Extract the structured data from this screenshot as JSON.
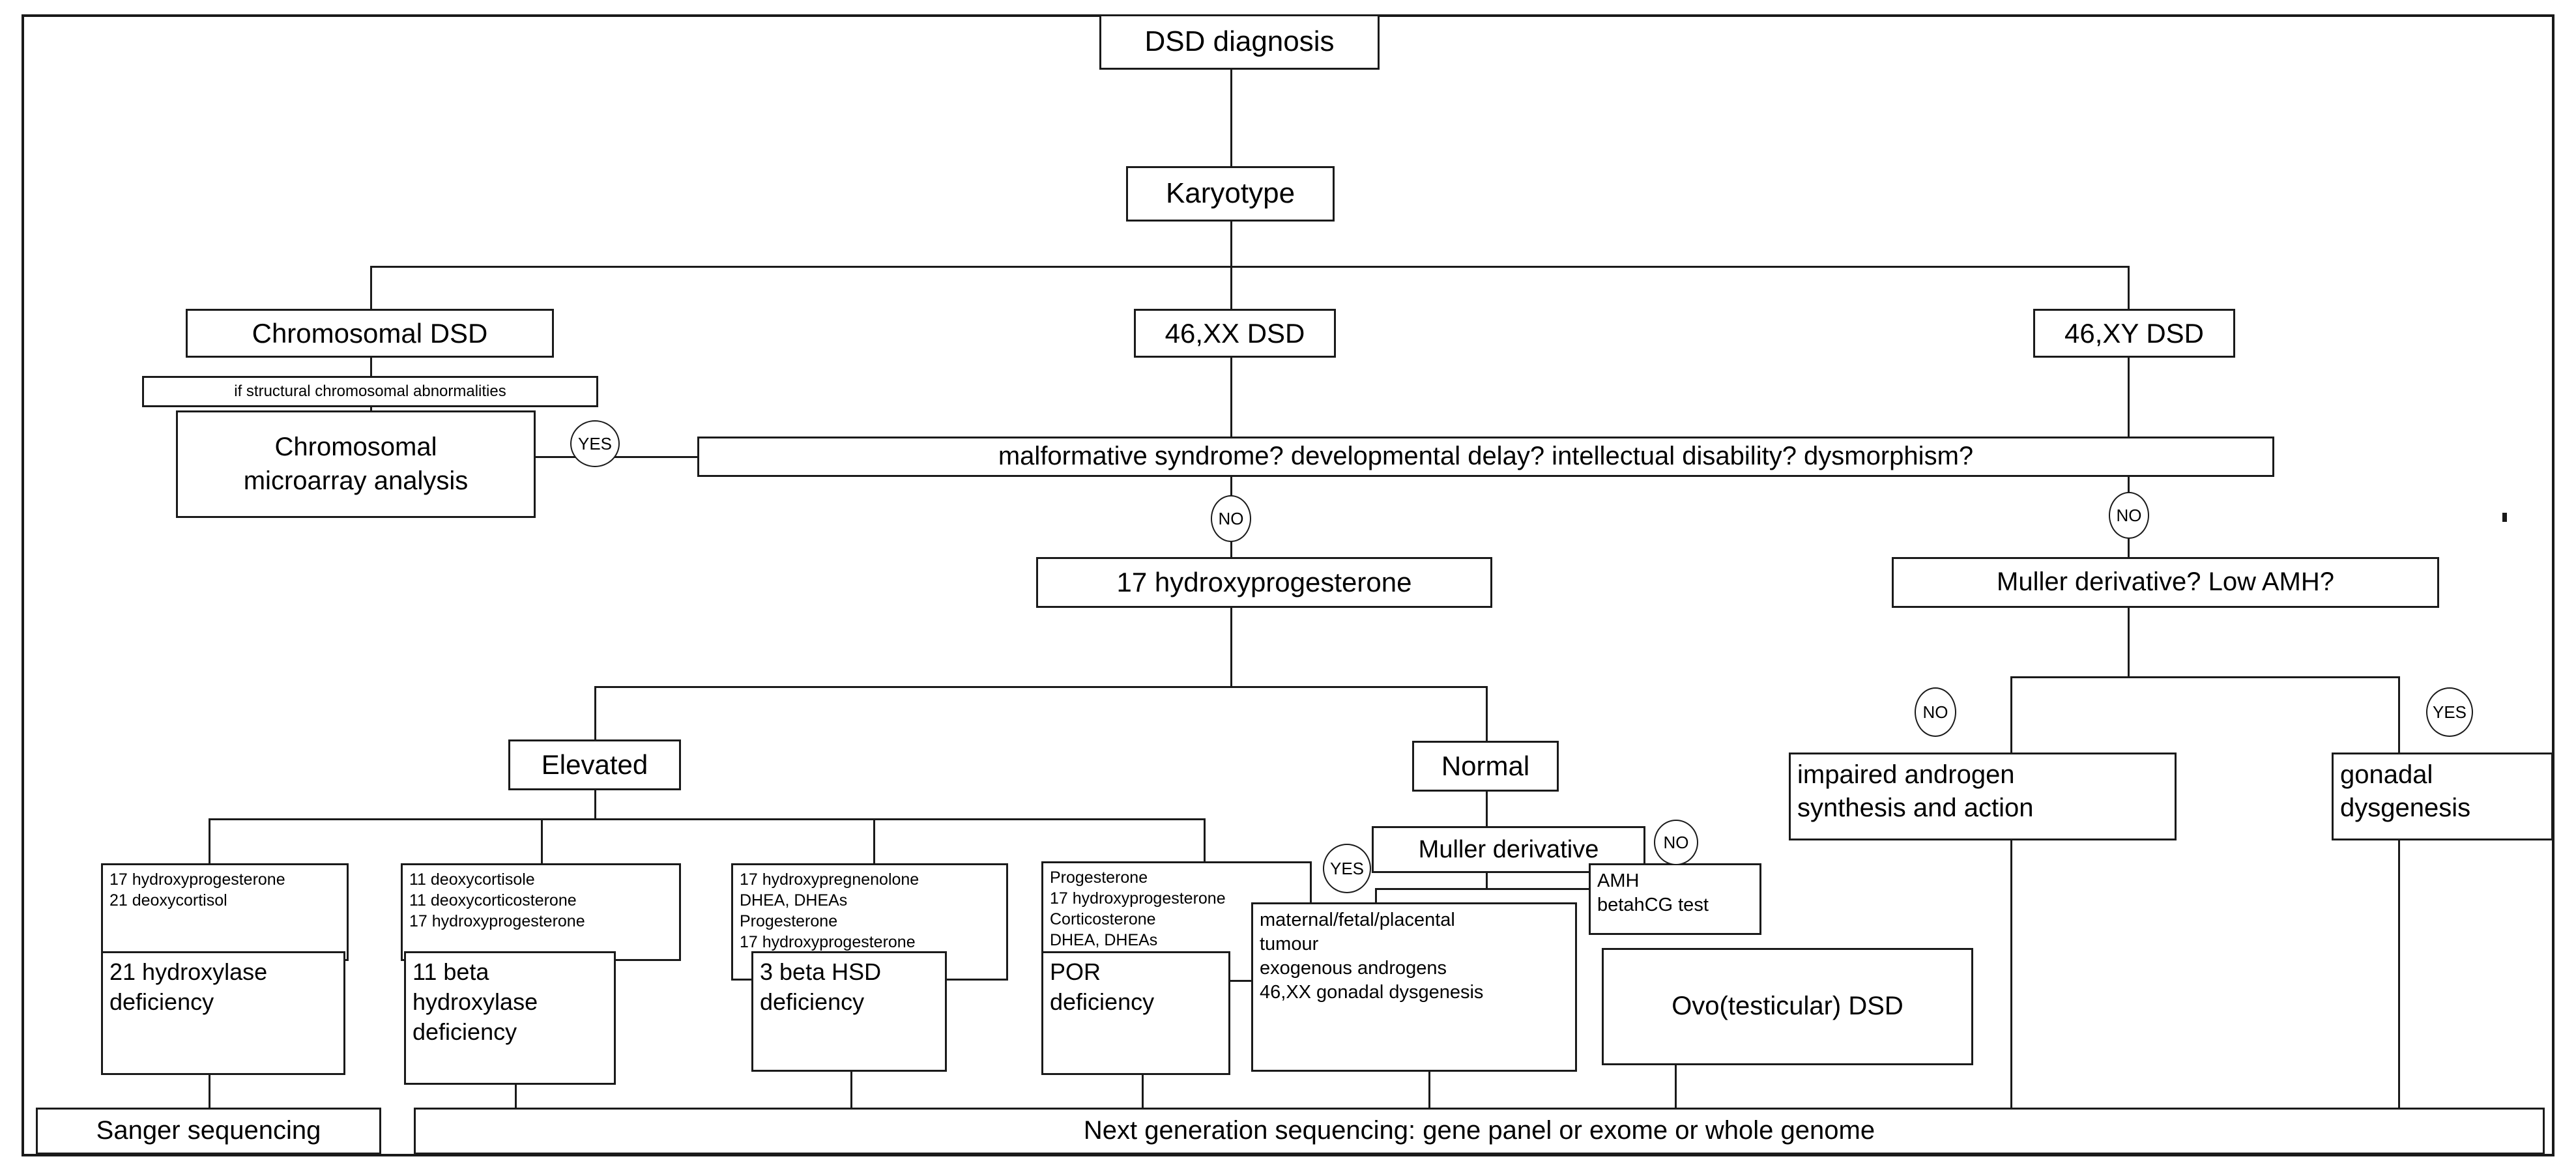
{
  "diagram": {
    "title": "DSD diagnosis flowchart",
    "type": "flowchart",
    "nodes": {
      "dsd_diagnosis": "DSD diagnosis",
      "karyotype": "Karyotype",
      "chromosomal_dsd": "Chromosomal DSD",
      "if_structural": "if structural chromosomal abnormalities",
      "chromosomal_microarray": "Chromosomal\nmicroarray analysis",
      "xx_dsd": "46,XX DSD",
      "xy_dsd": "46,XY DSD",
      "malformative_question": "malformative syndrome? developmental delay? intellectual disability? dysmorphism?",
      "seventeen_ohp": "17 hydroxyprogesterone",
      "muller_low_amh_question": "Muller derivative? Low AMH?",
      "elevated": "Elevated",
      "normal": "Normal",
      "panel_21oh": "17 hydroxyprogesterone\n21 deoxycortisol",
      "panel_11b": "11 deoxycortisole\n11 deoxycorticosterone\n17 hydroxyprogesterone",
      "panel_3bhsd": "17 hydroxypregnenolone\nDHEA, DHEAs\nProgesterone\n17 hydroxyprogesterone",
      "panel_por": "Progesterone\n17 hydroxyprogesterone\nCorticosterone\nDHEA, DHEAs",
      "dx_21oh": "21 hydroxylase\ndeficiency",
      "dx_11b": "11 beta\nhydroxylase\ndeficiency",
      "dx_3bhsd": "3 beta HSD\ndeficiency",
      "dx_por": "POR\ndeficiency",
      "muller_derivative": "Muller derivative",
      "maternal_list": "maternal/fetal/placental\ntumour\nexogenous androgens\n46,XX gonadal dysgenesis",
      "amh_test": "AMH\nbetahCG test",
      "ovotesticular": "Ovo(testicular) DSD",
      "impaired_androgen": "impaired androgen\nsynthesis and action",
      "gonadal_dysgenesis": "gonadal\ndysgenesis",
      "sanger": "Sanger sequencing",
      "ngs": "Next generation sequencing: gene panel or exome or whole genome"
    },
    "edge_labels": {
      "yes_chromosomal": "YES",
      "no_xx": "NO",
      "no_xy": "NO",
      "no_muller_xy": "NO",
      "yes_gonadal": "YES",
      "yes_muller": "YES",
      "no_amh": "NO"
    },
    "colors": {
      "line": "#1a1a1a",
      "background": "#ffffff",
      "text": "#000000"
    }
  }
}
